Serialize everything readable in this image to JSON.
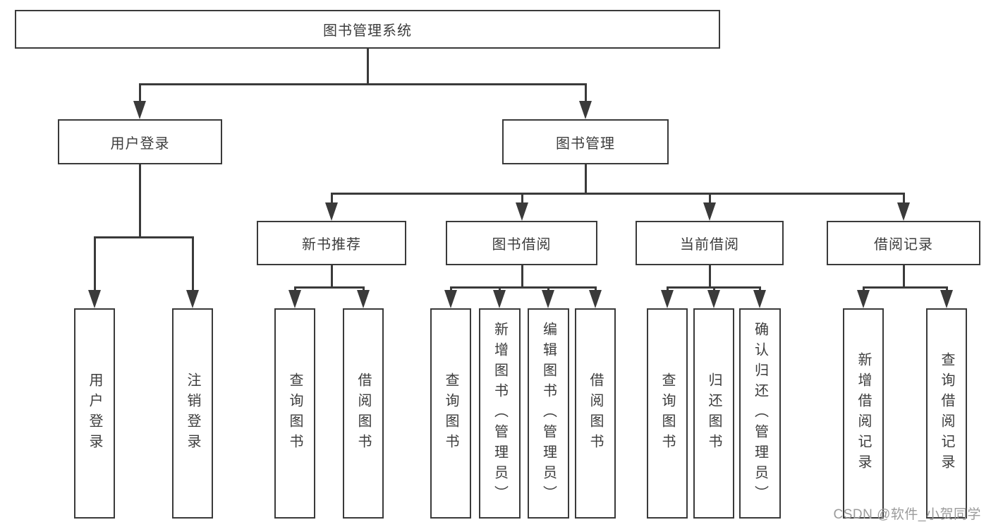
{
  "tree": {
    "root": {
      "label": "图书管理系统"
    },
    "branches": [
      {
        "label": "用户登录",
        "children": [
          "用户登录",
          "注销登录"
        ]
      },
      {
        "label": "图书管理",
        "sections": [
          {
            "label": "新书推荐",
            "children": [
              "查询图书",
              "借阅图书"
            ]
          },
          {
            "label": "图书借阅",
            "children": [
              "查询图书",
              "新增图书（管理员）",
              "编辑图书（管理员）",
              "借阅图书"
            ]
          },
          {
            "label": "当前借阅",
            "children": [
              "查询图书",
              "归还图书",
              "确认归还（管理员）"
            ]
          },
          {
            "label": "借阅记录",
            "children": [
              "新增借阅记录",
              "查询借阅记录"
            ]
          }
        ]
      }
    ]
  },
  "watermark": {
    "text": "CSDN @软件_小贺同学"
  },
  "colors": {
    "line": "#3a3a3a",
    "text": "#3d3d3d",
    "watermark": "#9b9b9b",
    "background": "#ffffff"
  }
}
